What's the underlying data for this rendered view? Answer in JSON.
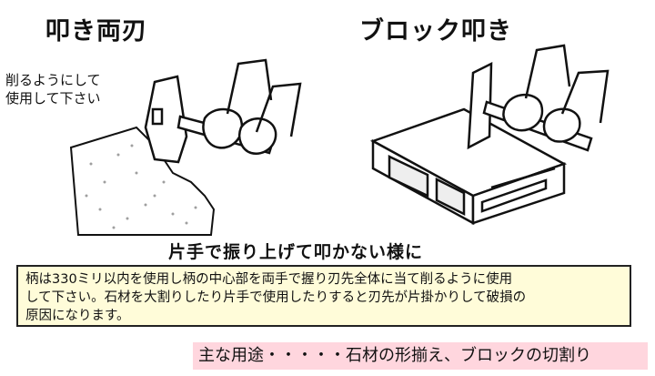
{
  "titles": {
    "left": "叩き両刃",
    "right": "ブロック叩き"
  },
  "note": {
    "line1": "削るようにして",
    "line2": "使用して下さい"
  },
  "caption": "片手で振り上げて叩かない様に",
  "description": {
    "line1": "柄は330ミリ以内を使用し柄の中心部を両手で握り刃先全体に当て削るように使用",
    "line2": "して下さい。石材を大割りしたり片手で使用したりすると刃先が片掛かりして破損の",
    "line3": "原因になります。"
  },
  "usage": "主な用途・・・・・石材の形揃え、ブロックの切割り",
  "colors": {
    "description_bg": "#fffcd9",
    "usage_bg": "#ffd6de"
  }
}
